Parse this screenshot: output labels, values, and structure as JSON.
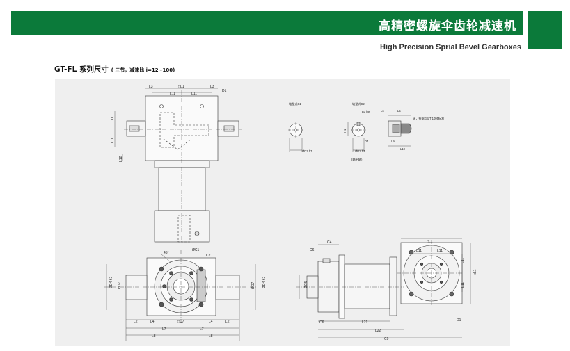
{
  "header": {
    "title_cn": "高精密螺旋伞齿轮减速机",
    "subtitle": "High Precision Sprial Bevel Gearboxes"
  },
  "section": {
    "title": "GT-FL 系列尺寸",
    "note": "( 三节，减速比 i=12~100)"
  },
  "drawing": {
    "top_view_labels": [
      "L3",
      "□L1",
      "L3",
      "L11",
      "L11",
      "D1",
      "L11",
      "L11",
      "L12"
    ],
    "shaft_types": {
      "s1_title": "轴型式S1",
      "s2_title": "轴型式S2",
      "s1_diam": "ØD3 h7",
      "s2_labels": [
        "B1 h9",
        "H1",
        "D4",
        "ØD3 h7",
        "(轴出轴)"
      ],
      "key_labels": [
        "L6",
        "L5",
        "L9",
        "L10"
      ],
      "key_note": "键，依据GB/T 1095标准"
    },
    "bottom_left_labels": [
      "45°",
      "ØC1",
      "C2",
      "ØD7",
      "ØD4 h7",
      "ØD7",
      "ØD4 h7",
      "L2",
      "L4",
      "□C7",
      "L4",
      "L2",
      "L7",
      "L7",
      "L8",
      "L8"
    ],
    "bottom_right_labels": [
      "C4",
      "C6",
      "ØC5",
      "C6",
      "L21",
      "L22",
      "C9",
      "□L1",
      "L11",
      "L11",
      "L11",
      "L11",
      "□L1",
      "D1"
    ]
  }
}
